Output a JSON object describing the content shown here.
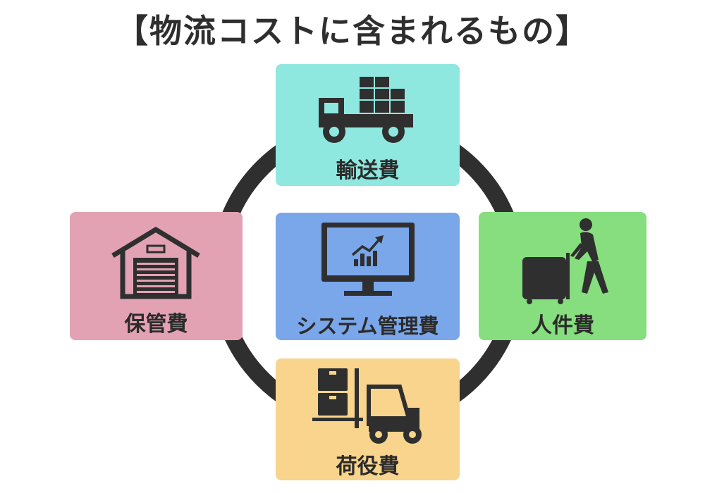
{
  "title": "【物流コストに含まれるもの】",
  "colors": {
    "ring": "#2f2f2f",
    "icon": "#2f2f2f",
    "transport": "#8fe8e0",
    "storage": "#e3a2b3",
    "system": "#7aa6ea",
    "labor": "#86de7e",
    "handling": "#f8d48c"
  },
  "cards": {
    "transport": {
      "label": "輸送費",
      "icon": "truck-icon"
    },
    "storage": {
      "label": "保管費",
      "icon": "warehouse-icon"
    },
    "system": {
      "label": "システム管理費",
      "icon": "monitor-chart-icon"
    },
    "labor": {
      "label": "人件費",
      "icon": "worker-cart-icon"
    },
    "handling": {
      "label": "荷役費",
      "icon": "forklift-icon"
    }
  }
}
